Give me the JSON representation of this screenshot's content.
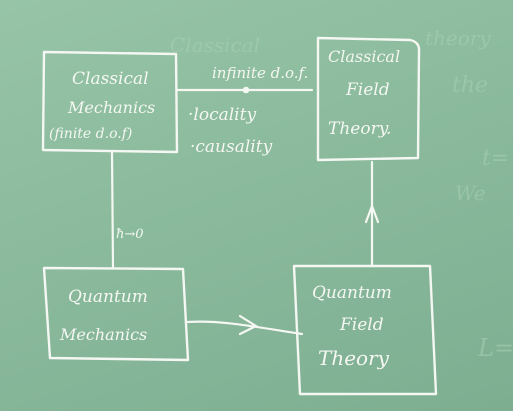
{
  "nodes": {
    "cm": {
      "line1": "Classical",
      "line2": "Mechanics",
      "line3": "(finite d.o.f)"
    },
    "cft": {
      "line1": "Classical",
      "line2": "Field",
      "line3": "Theory."
    },
    "qm": {
      "line1": "Quantum",
      "line2": "Mechanics"
    },
    "qft": {
      "line1": "Quantum",
      "line2": "Field",
      "line3": "Theory"
    }
  },
  "edges": {
    "cm_to_cft": "infinite d.o.f.",
    "cm_to_qm": "ħ→0"
  },
  "notes": {
    "locality": "·locality",
    "causality": "·causality"
  },
  "ghost_text": {
    "top_left": "Classical",
    "top_right": "theory",
    "right_mid": "the",
    "right_t": "t=",
    "right_we": "We",
    "right_l": "L="
  },
  "colors": {
    "board": "#8ab89c",
    "chalk": "#f4f7f2",
    "ghost": "#a8d0b6"
  }
}
